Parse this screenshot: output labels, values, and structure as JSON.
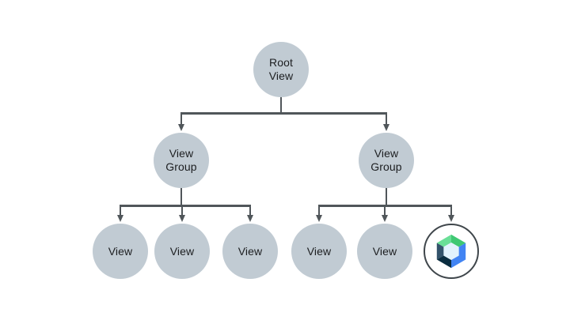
{
  "diagram": {
    "type": "tree",
    "description": "View hierarchy tree diagram",
    "nodes": {
      "root": {
        "label": "Root View"
      },
      "group_left": {
        "label": "View Group"
      },
      "group_right": {
        "label": "View Group"
      },
      "view_left_1": {
        "label": "View"
      },
      "view_left_2": {
        "label": "View"
      },
      "view_left_3": {
        "label": "View"
      },
      "view_right_1": {
        "label": "View"
      },
      "view_right_2": {
        "label": "View"
      },
      "compose_leaf": {
        "icon": "jetpack-compose-logo"
      }
    },
    "edges": [
      [
        "root",
        "group_left"
      ],
      [
        "root",
        "group_right"
      ],
      [
        "group_left",
        "view_left_1"
      ],
      [
        "group_left",
        "view_left_2"
      ],
      [
        "group_left",
        "view_left_3"
      ],
      [
        "group_right",
        "view_right_1"
      ],
      [
        "group_right",
        "view_right_2"
      ],
      [
        "group_right",
        "compose_leaf"
      ]
    ],
    "colors": {
      "background": "#ffffff",
      "node_fill": "#c1cbd3",
      "node_text": "#1c1e20",
      "connector": "#50565a",
      "compose_ring": "#3f464b",
      "compose_green_light": "#6adf97",
      "compose_green": "#3fc873",
      "compose_blue": "#4284f3",
      "compose_navy": "#33536b",
      "compose_navy_dark": "#0a2d40",
      "compose_inner": "#e2f2fd"
    }
  }
}
